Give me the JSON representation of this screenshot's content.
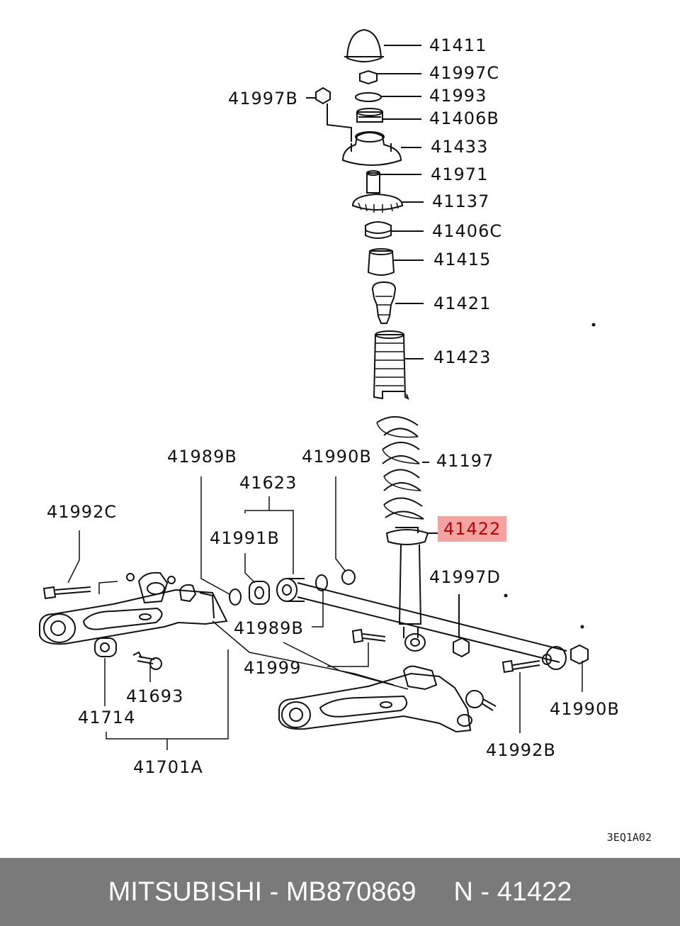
{
  "labels": {
    "p41411": "41411",
    "p41997c": "41997C",
    "p41993": "41993",
    "p41997b": "41997B",
    "p41406b": "41406B",
    "p41433": "41433",
    "p41971": "41971",
    "p41137": "41137",
    "p41406c": "41406C",
    "p41415": "41415",
    "p41421": "41421",
    "p41423": "41423",
    "p41197": "41197",
    "p41422": "41422",
    "p41989b_top": "41989B",
    "p41990b_top": "41990B",
    "p41623": "41623",
    "p41992c": "41992C",
    "p41991b": "41991B",
    "p41997d": "41997D",
    "p41989b_bot": "41989B",
    "p41999": "41999",
    "p41693": "41693",
    "p41990b_right": "41990B",
    "p41714": "41714",
    "p41992b": "41992B",
    "p41701a": "41701A"
  },
  "highlighted_part": "41422",
  "diagram_code": "3EQ1A02",
  "footer": {
    "brand": "MITSUBISHI",
    "sep1": " - ",
    "part_number": "MB870869",
    "gap": "     ",
    "position_label": "N",
    "sep2": " - ",
    "position_number": "41422"
  },
  "colors": {
    "highlight_bg": "#f4a3a3",
    "highlight_text": "#c00000",
    "footer_bg": "#7a7a7a",
    "footer_text": "#ffffff"
  }
}
